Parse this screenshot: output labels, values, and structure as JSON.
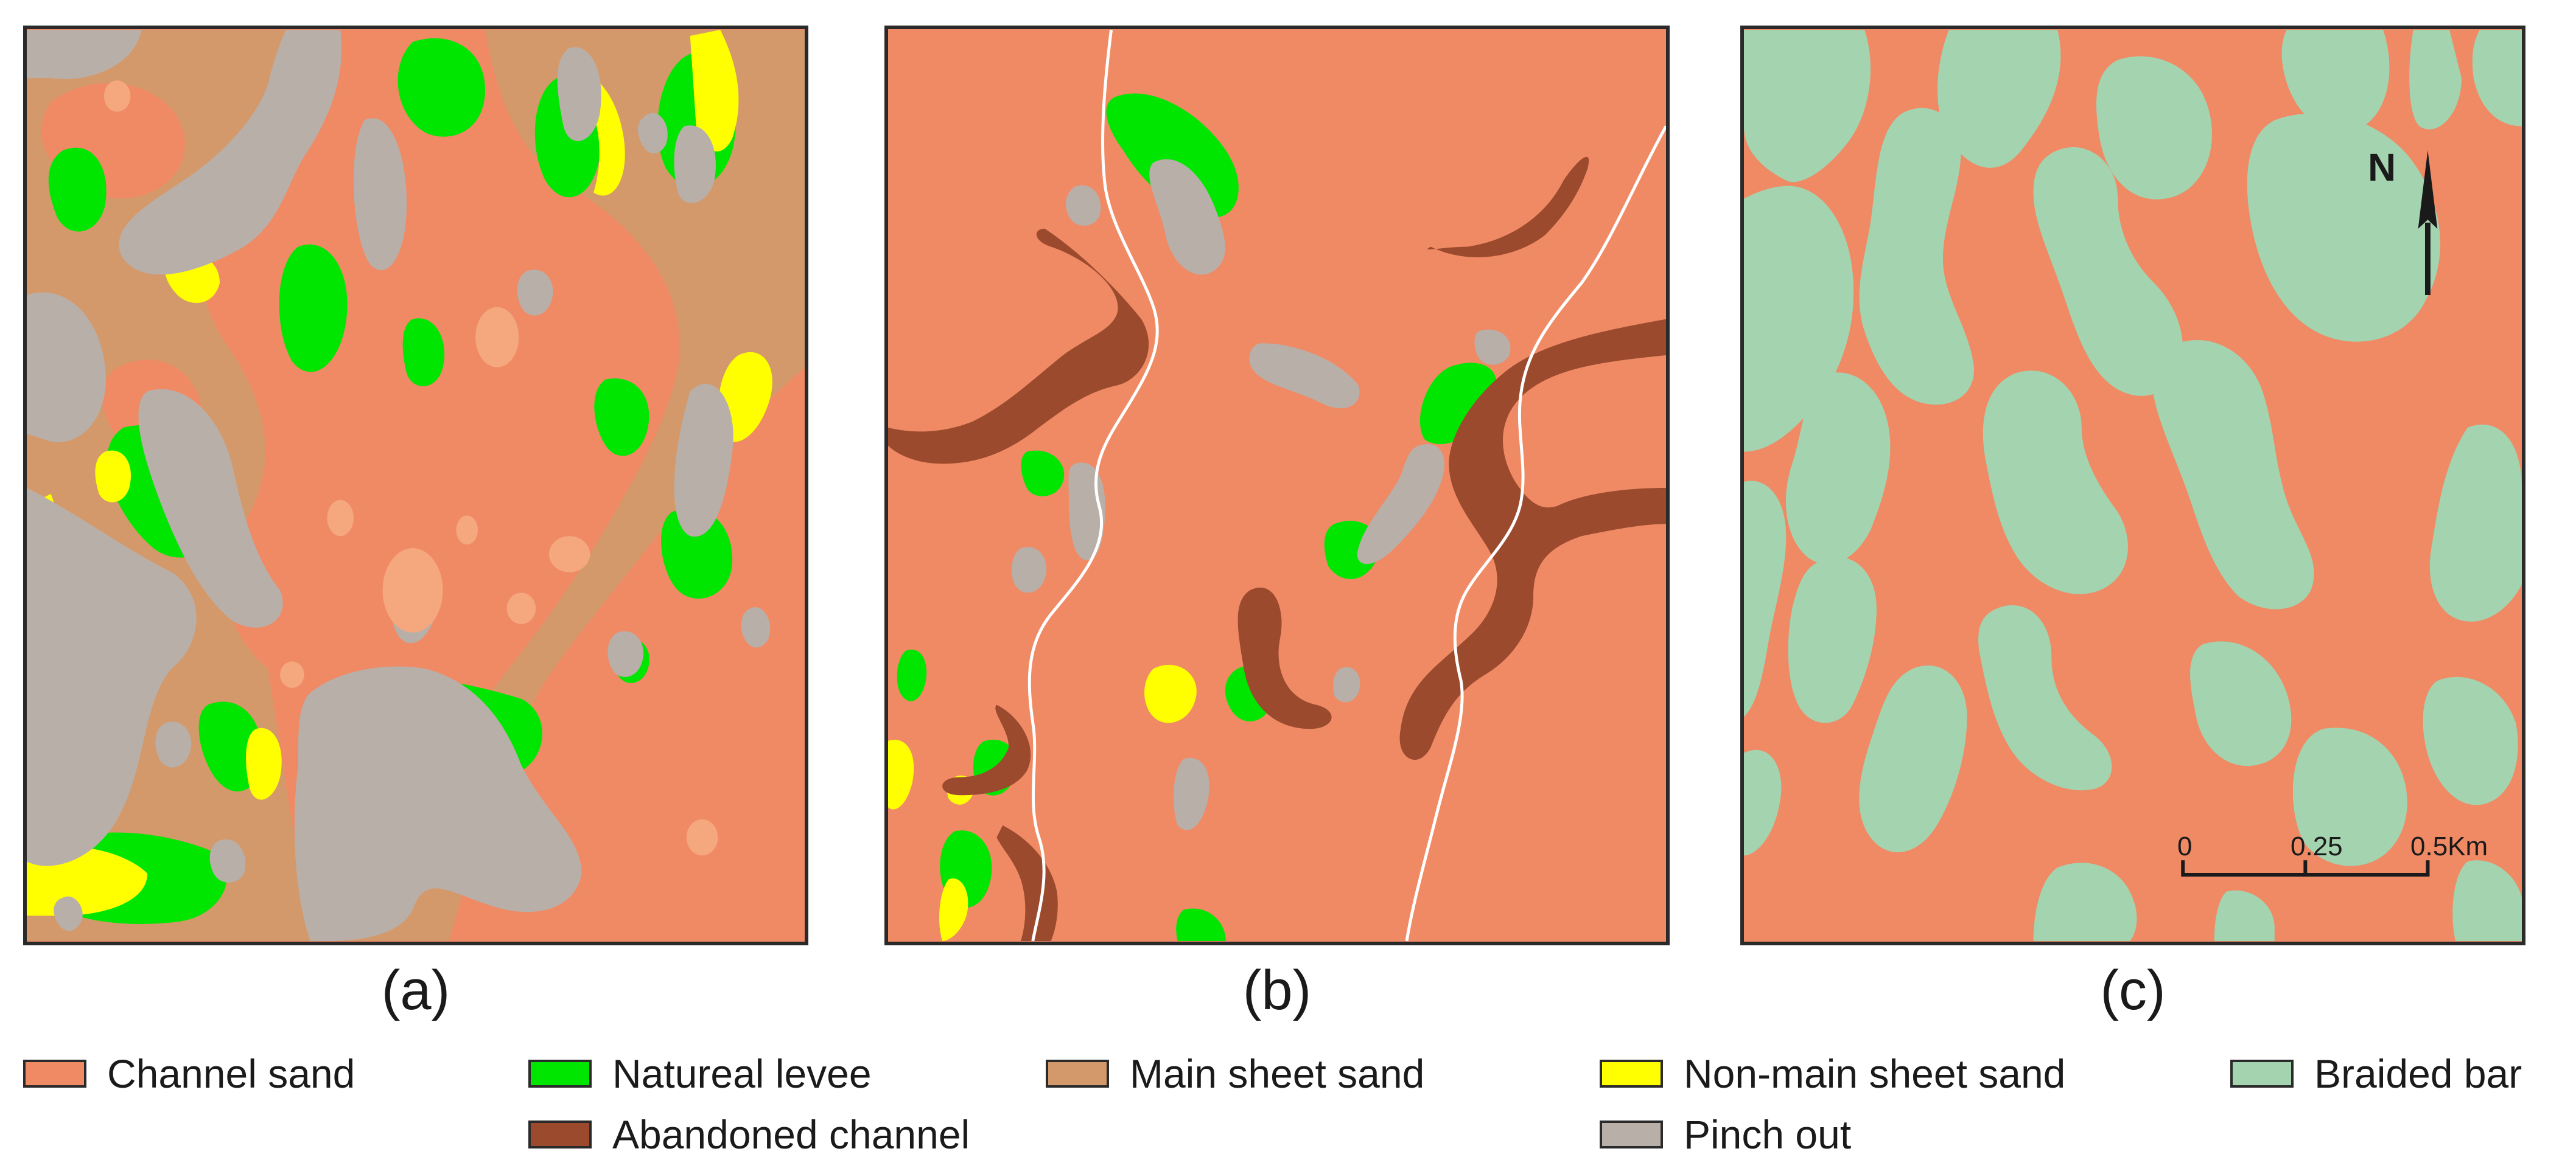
{
  "panels": {
    "a": {
      "label": "(a)"
    },
    "b": {
      "label": "(b)"
    },
    "c": {
      "label": "(c)"
    }
  },
  "colors": {
    "channel_sand": "#EF8A65",
    "natural_levee": "#00E600",
    "main_sheet_sand": "#D4996A",
    "non_main_sheet_sand": "#FFFF00",
    "braided_bar": "#A4D3B0",
    "abandoned_channel": "#9B4A2E",
    "pinch_out": "#B9AFA9"
  },
  "legend": {
    "channel_sand": "Channel sand",
    "natural_levee": "Natureal levee",
    "main_sheet_sand": "Main sheet sand",
    "non_main_sheet_sand": "Non-main sheet sand",
    "braided_bar": "Braided bar",
    "abandoned_channel": "Abandoned channel",
    "pinch_out": "Pinch out"
  },
  "north_arrow": {
    "label": "N",
    "icon": "north-arrow-icon"
  },
  "scale_bar": {
    "ticks": [
      "0",
      "0.25",
      "0.5Km"
    ]
  }
}
